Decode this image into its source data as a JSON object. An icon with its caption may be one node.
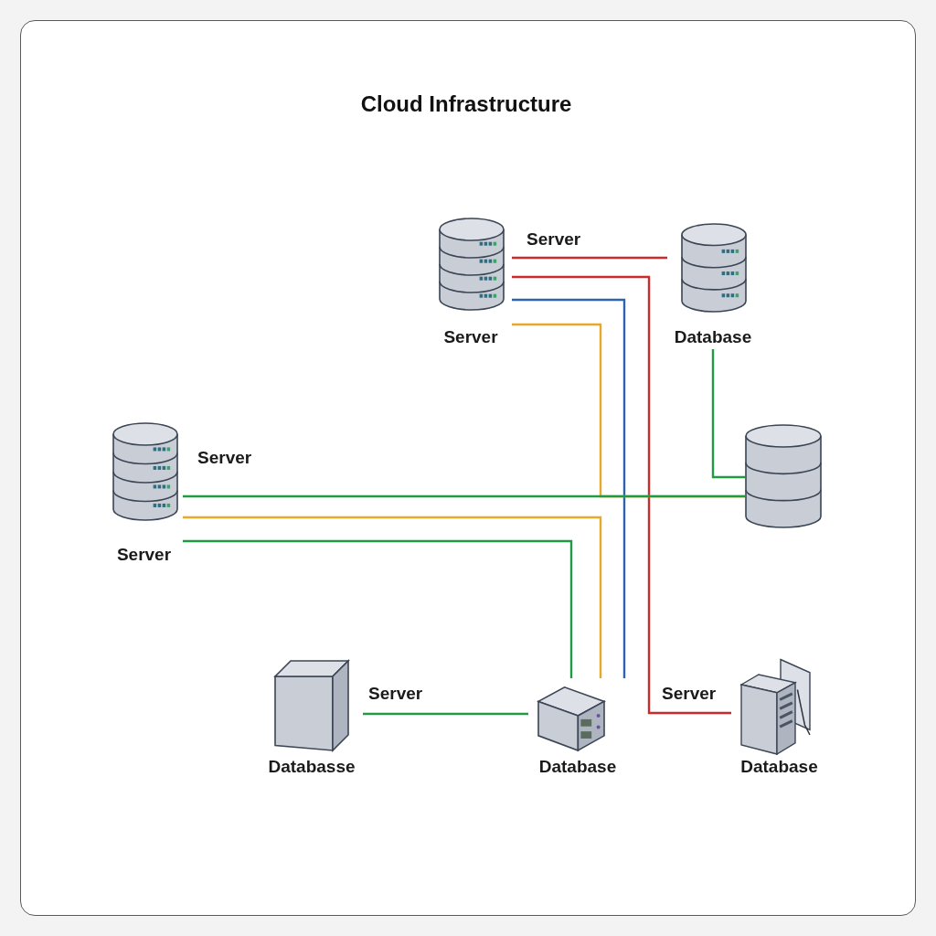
{
  "diagram": {
    "title": "Cloud Infrastructure",
    "nodes": [
      {
        "text": [
          "Server"
        ]
      },
      {
        "text": [
          "Database"
        ]
      },
      {
        "text": [],
        "shape": "cylinder"
      },
      {
        "text": [
          "Server"
        ]
      },
      {
        "text": [
          "Databasse"
        ]
      },
      {
        "text": [
          "Database"
        ]
      },
      {
        "text": [
          "Database"
        ]
      }
    ],
    "edges": [
      {
        "from": 0,
        "to": 1,
        "arrow": "none",
        "label": "Server",
        "color": "#cc2b2b"
      },
      {
        "from": 0,
        "to": 6,
        "arrow": "none",
        "label": "Server",
        "color": "#cc2b2b"
      },
      {
        "from": 0,
        "to": 5,
        "arrow": "none",
        "color": "#2e63ad"
      },
      {
        "from": 0,
        "to": 2,
        "arrow": "none",
        "color": "#e6a928"
      },
      {
        "from": 1,
        "to": 2,
        "arrow": "none"
      },
      {
        "from": 3,
        "to": 2,
        "arrow": "none",
        "label": "Server"
      },
      {
        "from": 3,
        "to": 5,
        "arrow": "none",
        "color": "#e6a928"
      },
      {
        "from": 3,
        "to": 5,
        "arrow": "none"
      },
      {
        "from": 4,
        "to": 5,
        "arrow": "none",
        "label": "Server"
      }
    ]
  }
}
